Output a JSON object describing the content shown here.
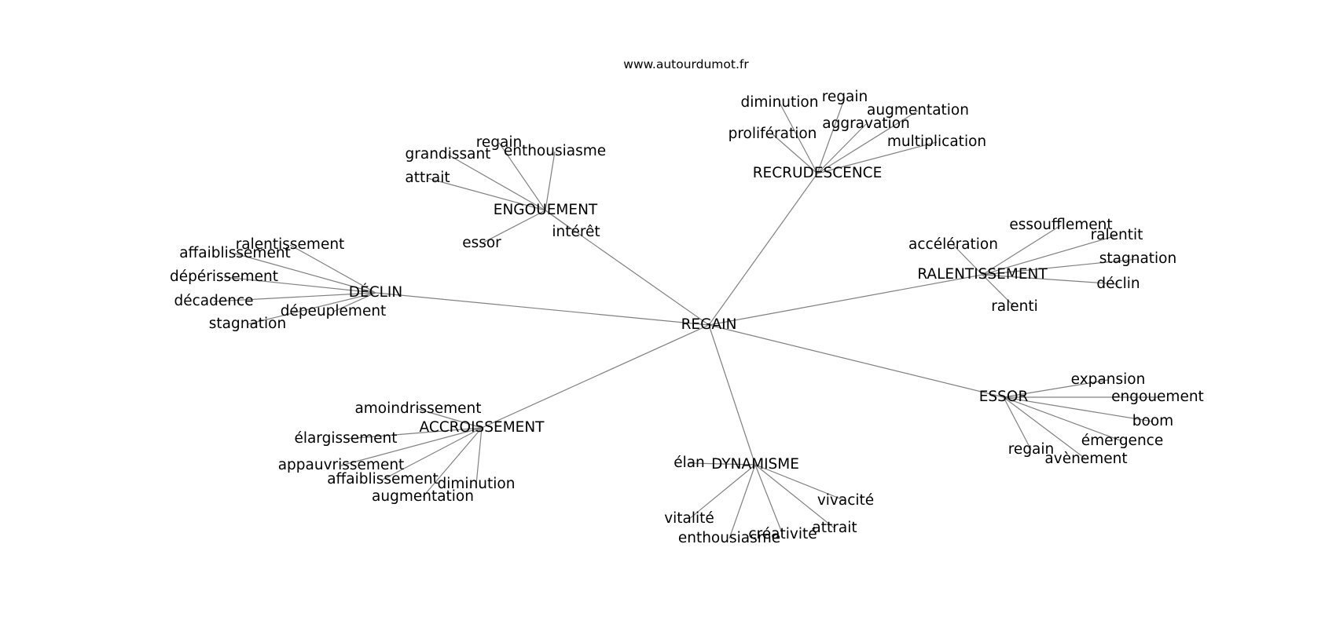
{
  "site_label": "www.autourdumot.fr",
  "center": {
    "label": "REGAIN"
  },
  "clusters": [
    {
      "label": "ENGOUEMENT",
      "children": [
        "grandissant",
        "regain",
        "enthousiasme",
        "attrait",
        "essor",
        "intérêt"
      ]
    },
    {
      "label": "RECRUDESCENCE",
      "children": [
        "diminution",
        "regain",
        "augmentation",
        "aggravation",
        "prolifération",
        "multiplication"
      ]
    },
    {
      "label": "DÉCLIN",
      "children": [
        "ralentissement",
        "affaiblissement",
        "dépérissement",
        "décadence",
        "dépeuplement",
        "stagnation"
      ]
    },
    {
      "label": "RALENTISSEMENT",
      "children": [
        "essoufflement",
        "accélération",
        "ralentit",
        "stagnation",
        "déclin",
        "ralenti"
      ]
    },
    {
      "label": "ESSOR",
      "children": [
        "expansion",
        "engouement",
        "boom",
        "émergence",
        "regain",
        "avènement"
      ]
    },
    {
      "label": "ACCROISSEMENT",
      "children": [
        "amoindrissement",
        "élargissement",
        "appauvrissement",
        "affaiblissement",
        "diminution",
        "augmentation"
      ]
    },
    {
      "label": "DYNAMISME",
      "children": [
        "élan",
        "vivacité",
        "vitalité",
        "attrait",
        "créativité",
        "enthousiasme"
      ]
    }
  ]
}
